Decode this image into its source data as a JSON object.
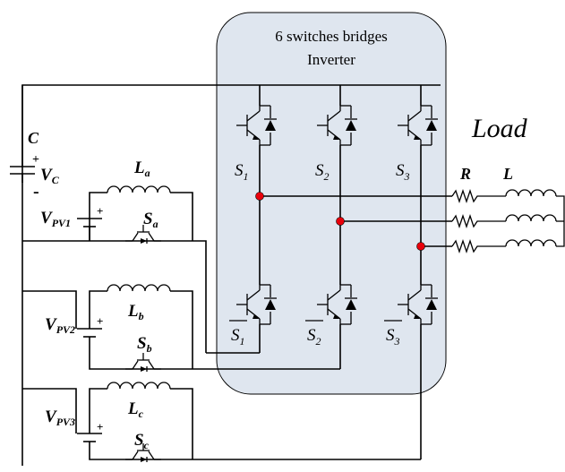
{
  "inverter": {
    "title_line1": "6 switches bridges",
    "title_line2": "Inverter",
    "fill": "#dfe6ef"
  },
  "load": {
    "title": "Load",
    "r_label": "R",
    "l_label": "L"
  },
  "capacitor": {
    "label": "C",
    "v_main": "V",
    "v_sub": "C",
    "plus": "+",
    "minus": "-"
  },
  "switches_top": [
    {
      "main": "S",
      "sub": "1"
    },
    {
      "main": "S",
      "sub": "2"
    },
    {
      "main": "S",
      "sub": "3"
    }
  ],
  "switches_bottom": [
    {
      "main": "S",
      "sub": "1"
    },
    {
      "main": "S",
      "sub": "2"
    },
    {
      "main": "S",
      "sub": "3"
    }
  ],
  "pv_sources": [
    {
      "v_main": "V",
      "v_sub": "PV1",
      "l_main": "L",
      "l_sub": "a",
      "s_main": "S",
      "s_sub": "a",
      "plus": "+",
      "minus": "-"
    },
    {
      "v_main": "V",
      "v_sub": "PV2",
      "l_main": "L",
      "l_sub": "b",
      "s_main": "S",
      "s_sub": "b",
      "plus": "+",
      "minus": "-"
    },
    {
      "v_main": "V",
      "v_sub": "PV3",
      "l_main": "L",
      "l_sub": "c",
      "s_main": "S",
      "s_sub": "c",
      "plus": "+",
      "minus": "-"
    }
  ],
  "node_color": "#e8000b"
}
